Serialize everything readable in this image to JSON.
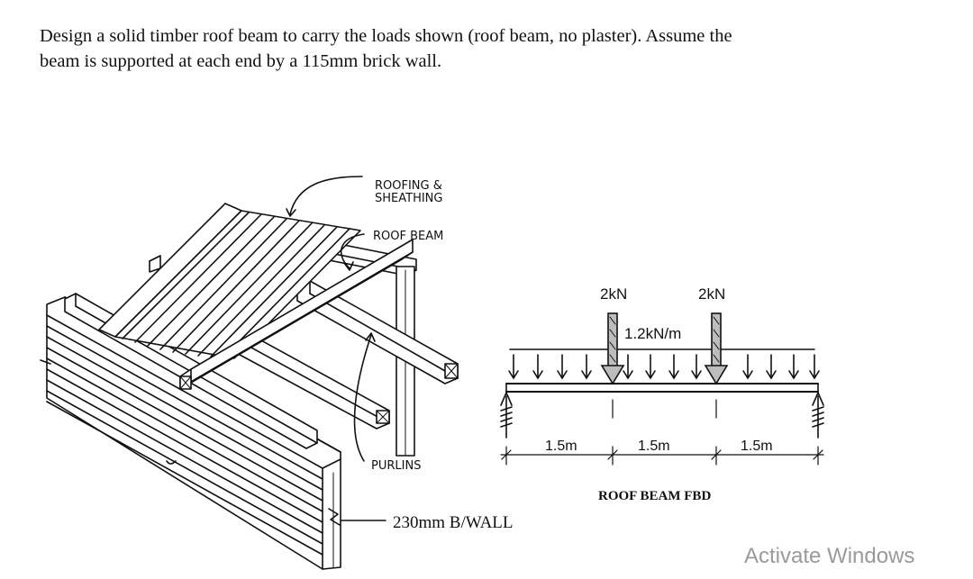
{
  "problem": {
    "line1": "Design a solid timber roof beam to carry the loads shown (roof beam, no plaster). Assume the",
    "line2": "beam is supported at each end by a 115mm brick wall."
  },
  "sketch": {
    "label_roofing_1": "ROOFING &",
    "label_roofing_2": "SHEATHING",
    "label_roof_beam": "ROOF BEAM",
    "label_purlins": "PURLINS",
    "label_wall": "230mm B/WALL"
  },
  "fbd": {
    "load_left": "2kN",
    "load_right": "2kN",
    "udl": "1.2kN/m",
    "span_1": "1.5m",
    "span_2": "1.5m",
    "span_3": "1.5m",
    "caption": "ROOF BEAM FBD"
  },
  "watermark": "Activate Windows"
}
